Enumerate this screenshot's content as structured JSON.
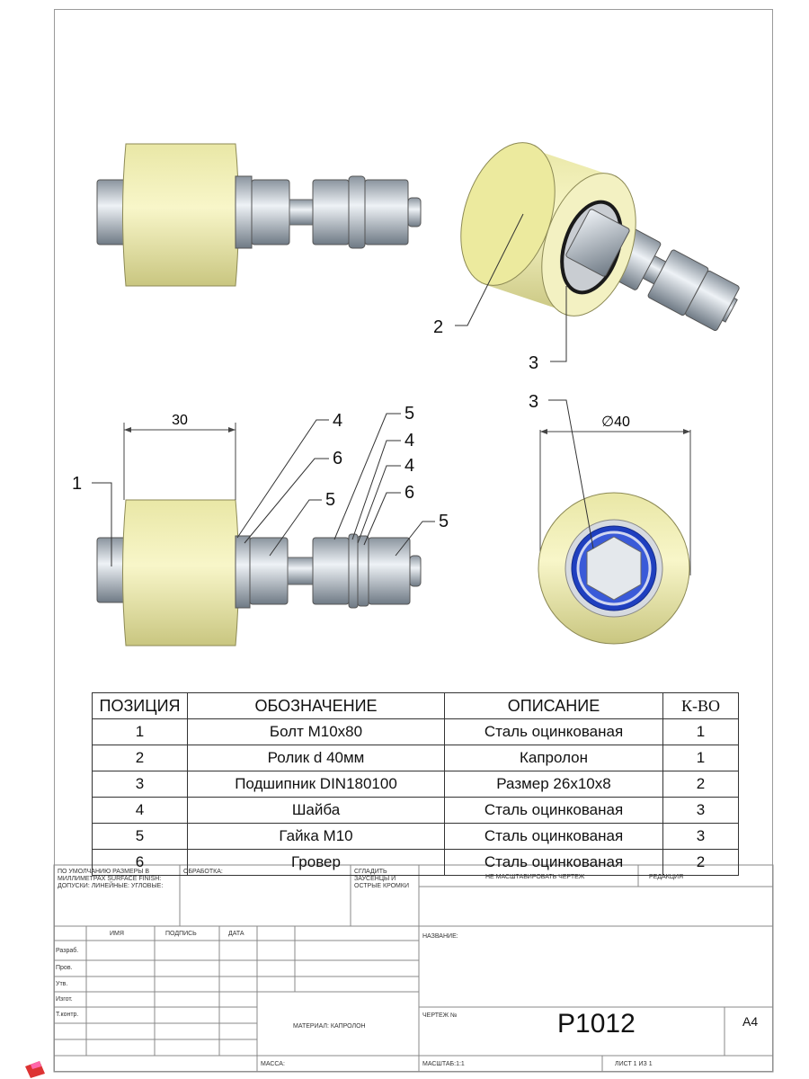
{
  "callouts": {
    "c1": "1",
    "c2": "2",
    "c3a": "3",
    "c3b": "3",
    "c4a": "4",
    "c4b": "4",
    "c4c": "4",
    "c5a": "5",
    "c5b": "5",
    "c5c": "5",
    "c6a": "6",
    "c6b": "6"
  },
  "dimensions": {
    "width": "30",
    "diameter": "∅40"
  },
  "table": {
    "headers": [
      "ПОЗИЦИЯ",
      "ОБОЗНАЧЕНИЕ",
      "ОПИСАНИЕ",
      "К-ВО"
    ],
    "rows": [
      {
        "pos": "1",
        "name": "Болт М10х80",
        "desc": "Сталь оцинкованая",
        "qty": "1"
      },
      {
        "pos": "2",
        "name": "Ролик d 40мм",
        "desc": "Капролон",
        "qty": "1"
      },
      {
        "pos": "3",
        "name": "Подшипник DIN180100",
        "desc": "Размер 26х10х8",
        "qty": "2"
      },
      {
        "pos": "4",
        "name": "Шайба",
        "desc": "Сталь оцинкованая",
        "qty": "3"
      },
      {
        "pos": "5",
        "name": "Гайка М10",
        "desc": "Сталь оцинкованая",
        "qty": "3"
      },
      {
        "pos": "6",
        "name": "Гровер",
        "desc": "Сталь оцинкованая",
        "qty": "2"
      }
    ]
  },
  "title_block": {
    "defaults": "ПО УМОЛЧАНИЮ РАЗМЕРЫ В МИЛЛИМЕТРАХ SURFACE FINISH: ДОПУСКИ: ЛИНЕЙНЫЕ: УГЛОВЫЕ:",
    "processing": "ОБРАБОТКА:",
    "deburr": "СГЛАДИТЬ ЗАУСЕНЦЫ И ОСТРЫЕ КРОМКИ",
    "no_scale": "НЕ МАСШТАБИРОВАТЬ ЧЕРТЕЖ",
    "revision": "РЕДАКЦИЯ",
    "col_name": "ИМЯ",
    "col_sign": "ПОДПИСЬ",
    "col_date": "ДАТА",
    "row_dev": "Разраб.",
    "row_check": "Пров.",
    "row_approve": "Утв.",
    "row_mfg": "Изгот.",
    "row_qc": "Т.контр.",
    "title_label": "НАЗВАНИЕ:",
    "material": "МАТЕРИАЛ: КАПРОЛОН",
    "drawing_label": "ЧЕРТЕЖ №",
    "drawing_number": "P1012",
    "sheet_size": "A4",
    "mass": "МАССА:",
    "scale": "МАСШТАБ:1:1",
    "sheet": "ЛИСТ 1 ИЗ 1"
  }
}
